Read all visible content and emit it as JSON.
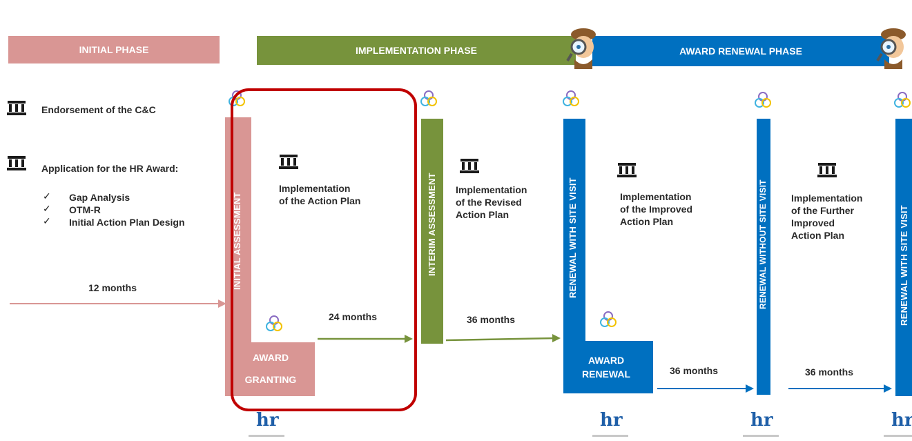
{
  "phases": {
    "initial": "INITIAL PHASE",
    "implementation": "IMPLEMENTATION PHASE",
    "renewal": "AWARD RENEWAL PHASE"
  },
  "left": {
    "endorsement": "Endorsement of the C&C",
    "application": "Application for the HR Award:",
    "checks": [
      "Gap Analysis",
      "OTM-R",
      "Initial Action Plan Design"
    ],
    "months": "12 months"
  },
  "bars": {
    "initial_assessment": "INITIAL ASSESSMENT",
    "interim_assessment": "INTERIM ASSESSMENT",
    "renewal_with_visit_1": "RENEWAL WITH  SITE VISIT",
    "renewal_without_visit": "RENEWAL WITHOUT  SITE VISIT",
    "renewal_with_visit_2": "RENEWAL WITH  SITE VISIT"
  },
  "boxes": {
    "award_granting_1": "AWARD",
    "award_granting_2": "GRANTING",
    "award_renewal_1": "AWARD",
    "award_renewal_2": "RENEWAL"
  },
  "steps": {
    "action_plan_1": "Implementation",
    "action_plan_2": "of the Action Plan",
    "revised_1": "Implementation",
    "revised_2": "of the Revised",
    "revised_3": "Action Plan",
    "improved_1": "Implementation",
    "improved_2": "of the Improved",
    "improved_3": "Action Plan",
    "further_1": "Implementation",
    "further_2": "of the Further",
    "further_3": "Improved",
    "further_4": "Action Plan"
  },
  "durations": {
    "d24": "24 months",
    "d36a": "36 months",
    "d36b": "36 months",
    "d36c": "36 months"
  },
  "logo_text": "hr",
  "colors": {
    "initial": "#d99694",
    "implementation": "#77933c",
    "renewal": "#0070c0",
    "highlight": "#c00000"
  }
}
